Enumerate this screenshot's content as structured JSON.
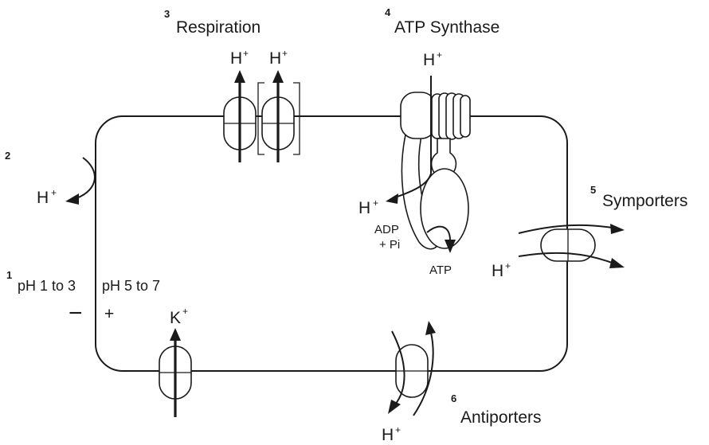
{
  "labels": {
    "respiration": {
      "number": "3",
      "text": "Respiration"
    },
    "atp_synthase": {
      "number": "4",
      "text": "ATP Synthase"
    },
    "symporters": {
      "number": "5",
      "text": "Symporters"
    },
    "antiporters": {
      "number": "6",
      "text": "Antiporters"
    },
    "proton_efflux": {
      "number": "2"
    },
    "ph_gradient": {
      "number": "1",
      "outside_ph": "pH 1 to 3",
      "inside_ph": "pH 5 to 7"
    }
  },
  "charges": {
    "outside": "−",
    "inside": "+"
  },
  "ions": {
    "h": "H",
    "k": "K",
    "plus": "+"
  },
  "metabolites": {
    "adp": "ADP",
    "pi": "+ Pi",
    "atp": "ATP"
  }
}
